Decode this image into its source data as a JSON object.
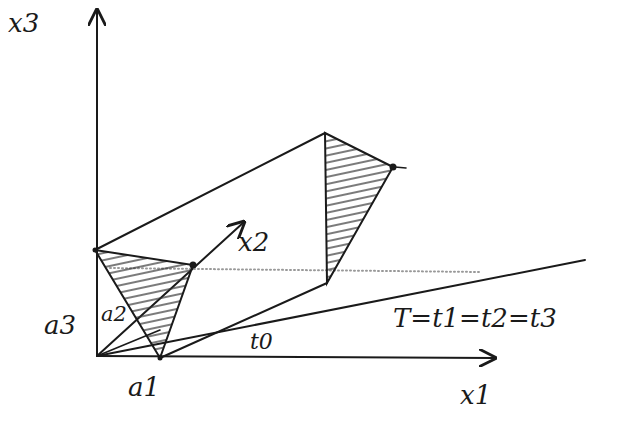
{
  "diagram": {
    "labels": [
      "x3",
      "x2",
      "x1",
      "a3",
      "a2",
      "a1",
      "t0",
      "T=t1=t2=t3"
    ]
  }
}
